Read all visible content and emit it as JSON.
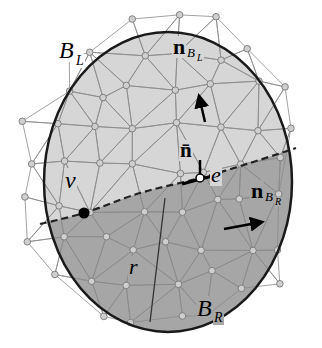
{
  "diagram": {
    "labels": [
      "B",
      "L",
      "n",
      "B",
      "L",
      "n̄",
      "e",
      "v",
      "n",
      "B",
      "R",
      "r",
      "B",
      "R"
    ]
  }
}
